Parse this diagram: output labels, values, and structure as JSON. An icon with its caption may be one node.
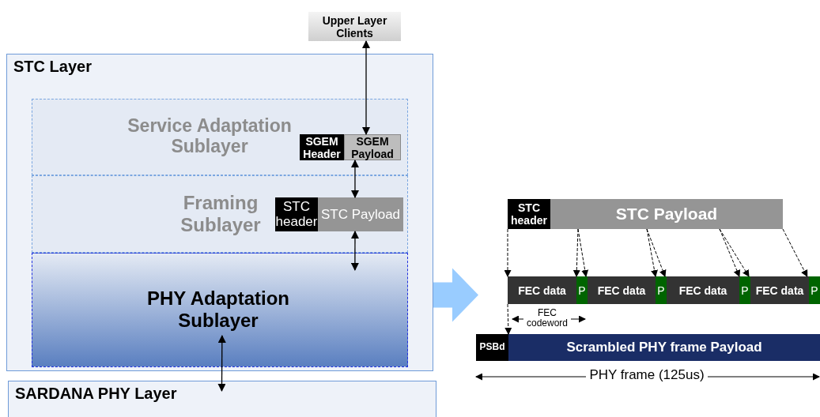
{
  "diagram": {
    "nodes": [
      {
        "text": [
          "Upper Layer Clients"
        ]
      },
      {
        "text": [
          "STC Layer"
        ]
      },
      {
        "text": [
          "Service Adaptation Sublayer"
        ],
        "in": 1
      },
      {
        "text": [
          "SGEM Header"
        ],
        "in": 2
      },
      {
        "text": [
          "SGEM Payload"
        ],
        "in": 2
      },
      {
        "text": [
          "Framing Sublayer"
        ],
        "in": 1
      },
      {
        "text": [
          "STC header"
        ],
        "in": 5
      },
      {
        "text": [
          "STC Payload"
        ],
        "in": 5
      },
      {
        "text": [
          "PHY Adaptation Sublayer"
        ],
        "in": 1
      },
      {
        "text": [
          "SARDANA PHY Layer"
        ]
      },
      {
        "text": [
          "STC header"
        ]
      },
      {
        "text": [
          "STC Payload"
        ]
      },
      {
        "text": [
          "FEC data"
        ]
      },
      {
        "text": [
          "P"
        ]
      },
      {
        "text": [
          "FEC data"
        ]
      },
      {
        "text": [
          "P"
        ]
      },
      {
        "text": [
          "FEC data"
        ]
      },
      {
        "text": [
          "P"
        ]
      },
      {
        "text": [
          "FEC data"
        ]
      },
      {
        "text": [
          "P"
        ]
      },
      {
        "text": [
          "PSBd"
        ]
      },
      {
        "text": [
          "Scrambled PHY frame Payload"
        ]
      }
    ],
    "edges": [
      {
        "from": 0,
        "to": 4,
        "arrow": "both"
      },
      {
        "from": 4,
        "to": 7,
        "arrow": "both"
      },
      {
        "from": 7,
        "to": 8,
        "arrow": "both"
      },
      {
        "from": 8,
        "to": 9,
        "arrow": "both"
      },
      {
        "from": 1,
        "to": null,
        "arrow": "to",
        "style": "thick",
        "color": "#99ccff"
      },
      {
        "from": 10,
        "to": 12,
        "arrow": "to",
        "style": "dashed"
      },
      {
        "from": 11,
        "to": 12,
        "arrow": "to",
        "style": "dashed"
      },
      {
        "from": 11,
        "to": 13,
        "arrow": "to",
        "style": "dashed"
      },
      {
        "from": 11,
        "to": 14,
        "arrow": "to",
        "style": "dashed"
      },
      {
        "from": 11,
        "to": 15,
        "arrow": "to",
        "style": "dashed"
      },
      {
        "from": 11,
        "to": 16,
        "arrow": "to",
        "style": "dashed"
      },
      {
        "from": 11,
        "to": 17,
        "arrow": "to",
        "style": "dashed"
      },
      {
        "from": 11,
        "to": 18,
        "arrow": "to",
        "style": "dashed"
      },
      {
        "from": 12,
        "to": 21,
        "arrow": "to",
        "style": "dashed"
      }
    ],
    "labels": [
      "FEC codeword",
      "PHY frame (125us)"
    ]
  }
}
